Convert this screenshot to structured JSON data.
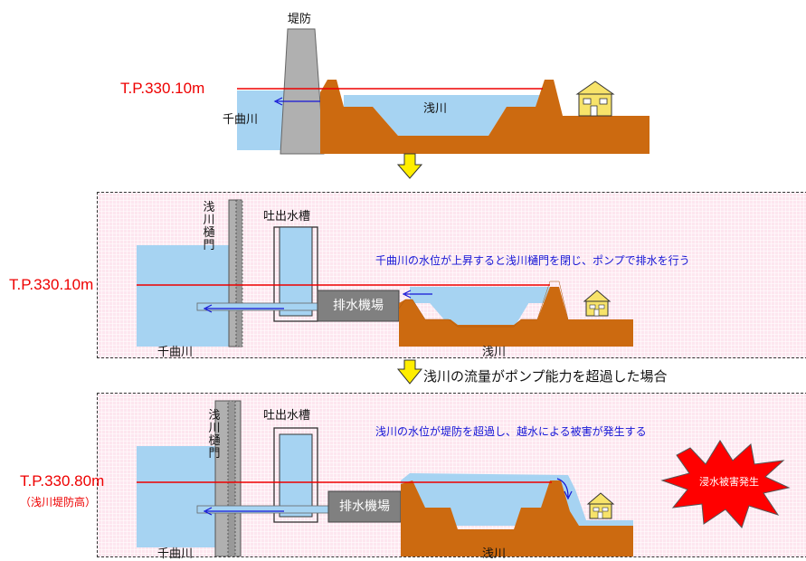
{
  "top": {
    "embankment_label": "堤防",
    "water_level": "T.P.330.10m",
    "chikuma_label": "千曲川",
    "asa_label": "浅川"
  },
  "connector": {
    "caption": "浅川の流量がポンプ能力を超過した場合"
  },
  "panel1": {
    "gate_label": "浅川樋門",
    "tank_label": "吐出水槽",
    "pump_label": "排水機場",
    "note": "千曲川の水位が上昇すると浅川樋門を閉じ、ポンプで排水を行う",
    "water_level": "T.P.330.10m",
    "chikuma_label": "千曲川",
    "asa_label": "浅川"
  },
  "panel2": {
    "gate_label": "浅川樋門",
    "tank_label": "吐出水槽",
    "pump_label": "排水機場",
    "note": "浅川の水位が堤防を超過し、越水による被害が発生する",
    "water_level": "T.P.330.80m",
    "water_level_note": "（浅川堤防高）",
    "damage_label": "浸水被害発生",
    "chikuma_label": "千曲川",
    "asa_label": "浅川"
  },
  "colors": {
    "water": "#a6d3f2",
    "earth": "#cc6a10",
    "embankment": "#b0b0b0",
    "level_line": "#ee0000",
    "arrow": "#ffee00",
    "burst": "#ff0000"
  }
}
